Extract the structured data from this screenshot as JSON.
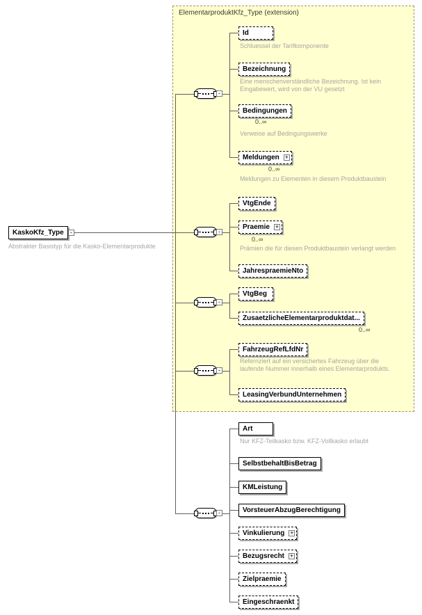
{
  "root": {
    "label": "KaskoKfz_Type",
    "description": "Abstrakter Basistyp für die Kasko-Elementarprodukte"
  },
  "extension": {
    "title": "ElementarproduktKfz_Type (extension)"
  },
  "ui": {
    "expand_icon": "+",
    "collapse_icon": "-",
    "extension_bg_color": "#ffffcf"
  },
  "groups": [
    {
      "compositor": "sequence",
      "elements": [
        {
          "label": "Id",
          "description": "Schluessel der Tarifkomponente"
        },
        {
          "label": "Bezeichnung",
          "description": "Eine menschenverständliche Bezeichnung. Ist kein\nEingabewert, wird von der VU gesetzt"
        },
        {
          "label": "Bedingungen",
          "cardinality": "0..∞",
          "description": "Verweise auf Bedingungswerke"
        },
        {
          "label": "Meldungen",
          "cardinality": "0..∞",
          "description": "Meldungen zu Elementen in diesem Produktbaustein"
        }
      ]
    },
    {
      "compositor": "sequence",
      "elements": [
        {
          "label": "VtgEnde"
        },
        {
          "label": "Praemie",
          "cardinality": "0..∞",
          "description": "Prämien die für diesen Produktbaustein verlangt werden"
        },
        {
          "label": "JahrespraemieNto"
        }
      ]
    },
    {
      "compositor": "sequence",
      "elements": [
        {
          "label": "VtgBeg"
        },
        {
          "label": "ZusaetzlicheElementarproduktdat...",
          "cardinality": "0..∞"
        }
      ]
    },
    {
      "compositor": "sequence",
      "elements": [
        {
          "label": "FahrzeugRefLfdNr",
          "description": "Refernziert auf ein versichertes Fahrzeug über die\nlaufende Nummer innerhalb eines Elementarprodukts."
        },
        {
          "label": "LeasingVerbundUnternehmen"
        }
      ]
    },
    {
      "compositor": "sequence",
      "elements": [
        {
          "label": "Art",
          "description": "Nur KFZ-Teilkasko bzw. KFZ-Vollkasko erlaubt"
        },
        {
          "label": "SelbstbehaltBisBetrag"
        },
        {
          "label": "KMLeistung"
        },
        {
          "label": "VorsteuerAbzugBerechtigung"
        },
        {
          "label": "Vinkulierung"
        },
        {
          "label": "Bezugsrecht"
        },
        {
          "label": "Zielpraemie"
        },
        {
          "label": "Eingeschraenkt"
        }
      ]
    }
  ]
}
